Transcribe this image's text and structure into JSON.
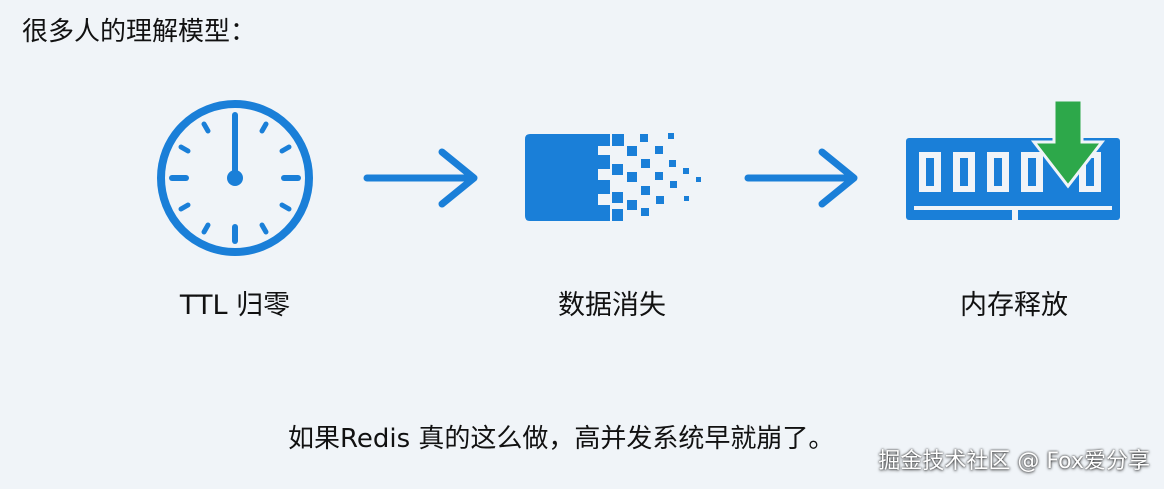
{
  "title": "很多人的理解模型：",
  "steps": [
    {
      "label": "TTL 归零",
      "icon": "clock-icon"
    },
    {
      "label": "数据消失",
      "icon": "data-dissolve-icon"
    },
    {
      "label": "内存释放",
      "icon": "memory-release-icon"
    }
  ],
  "caption": "如果Redis 真的这么做，高并发系统早就崩了。",
  "watermark": "掘金技术社区 @ Fox爱分享",
  "colors": {
    "primary_blue": "#1a7fd8",
    "arrow_green": "#2da84a",
    "background": "#f0f4f8"
  }
}
